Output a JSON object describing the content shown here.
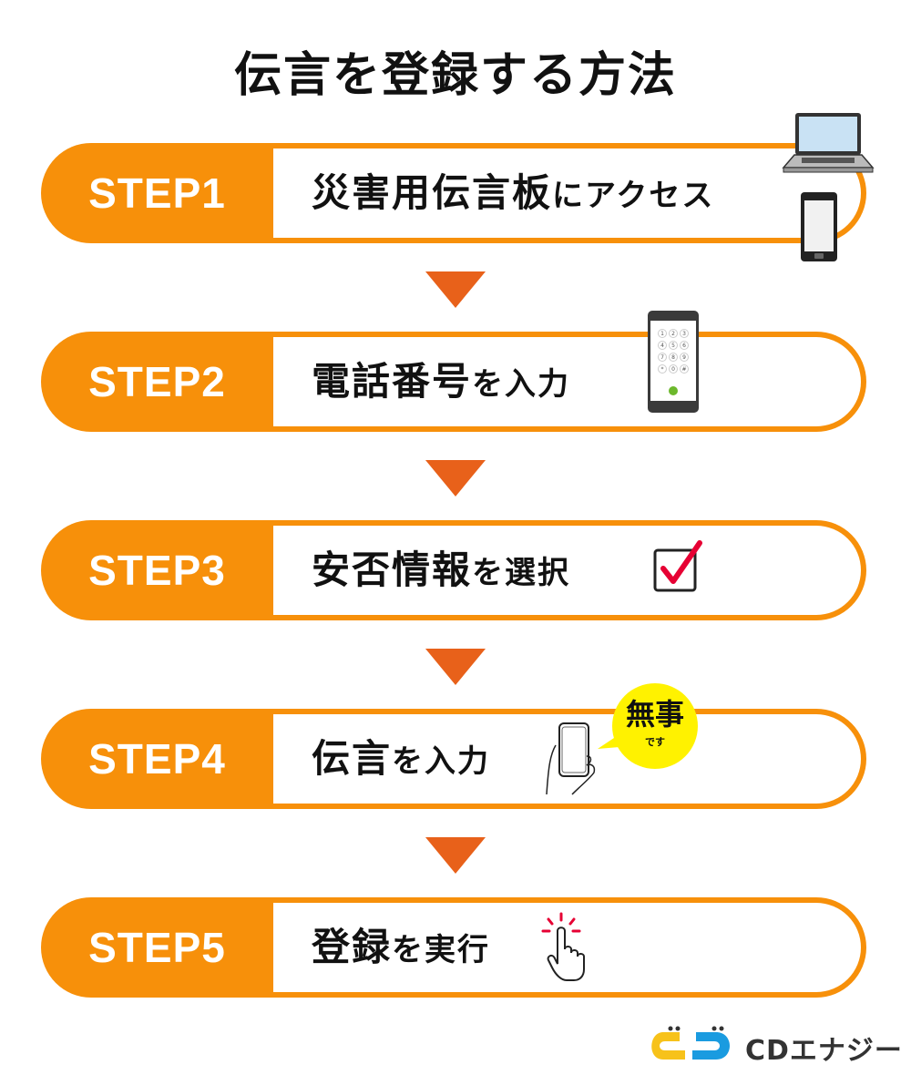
{
  "title": "伝言を登録する方法",
  "steps": [
    {
      "label": "STEP1",
      "text_main": "災害用伝言板",
      "text_sub": "にアクセス",
      "icons": [
        "laptop-icon",
        "smartphone-icon"
      ]
    },
    {
      "label": "STEP2",
      "text_main": "電話番号",
      "text_sub": "を入力",
      "icons": [
        "phone-dialpad-icon"
      ]
    },
    {
      "label": "STEP3",
      "text_main": "安否情報",
      "text_sub": "を選択",
      "icons": [
        "checkbox-checked-icon"
      ]
    },
    {
      "label": "STEP4",
      "text_main": "伝言",
      "text_sub": "を入力",
      "icons": [
        "hand-holding-phone-icon",
        "speech-bubble-icon"
      ]
    },
    {
      "label": "STEP5",
      "text_main": "登録",
      "text_sub": "を実行",
      "icons": [
        "pointing-hand-tap-icon"
      ]
    }
  ],
  "dialpad_keys": [
    "1",
    "2",
    "3",
    "4",
    "5",
    "6",
    "7",
    "8",
    "9",
    "*",
    "0",
    "#"
  ],
  "bubble": {
    "main": "無事",
    "sub": "です"
  },
  "logo": {
    "text": "CDエナジー"
  },
  "colors": {
    "step_orange": "#f7900a",
    "arrow": "#e8611a",
    "bubble_yellow": "#fff200",
    "check_red": "#e60033",
    "logo_yellow": "#f7c21a",
    "logo_blue": "#1a9be0"
  }
}
